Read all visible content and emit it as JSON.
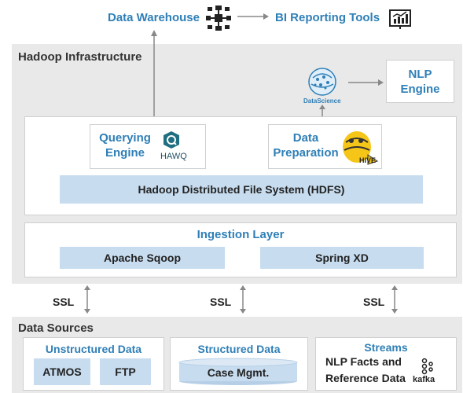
{
  "top": {
    "data_warehouse": "Data Warehouse",
    "bi_tools": "BI Reporting Tools"
  },
  "hadoop": {
    "title": "Hadoop Infrastructure",
    "nlp_engine": "NLP Engine",
    "datascience_logo": "DataScience",
    "querying_engine": "Querying Engine",
    "hawq_logo": "HAWQ",
    "data_preparation": "Data Preparation",
    "hive_logo": "HIVE",
    "hdfs": "Hadoop Distributed File System (HDFS)",
    "ingestion_title": "Ingestion Layer",
    "sqoop": "Apache Sqoop",
    "spring_xd": "Spring XD"
  },
  "ssl": [
    "SSL",
    "SSL",
    "SSL"
  ],
  "sources": {
    "title": "Data Sources",
    "unstructured_title": "Unstructured Data",
    "atmos": "ATMOS",
    "ftp": "FTP",
    "structured_title": "Structured Data",
    "case_mgmt": "Case Mgmt.",
    "streams_title": "Streams",
    "nlp_facts": "NLP Facts and",
    "reference_data": "Reference Data",
    "kafka_logo": "kafka"
  },
  "colors": {
    "accent_blue": "#2f7fb7",
    "bar_blue": "#c7dcef",
    "panel_gray": "#e9e9e9",
    "hive_yellow": "#f5c518",
    "hawq_teal": "#1f6f80"
  },
  "icons": [
    "network-icon",
    "chart-icon",
    "datascience-globe-icon",
    "hawq-icon",
    "hive-bee-icon",
    "kafka-icon"
  ]
}
